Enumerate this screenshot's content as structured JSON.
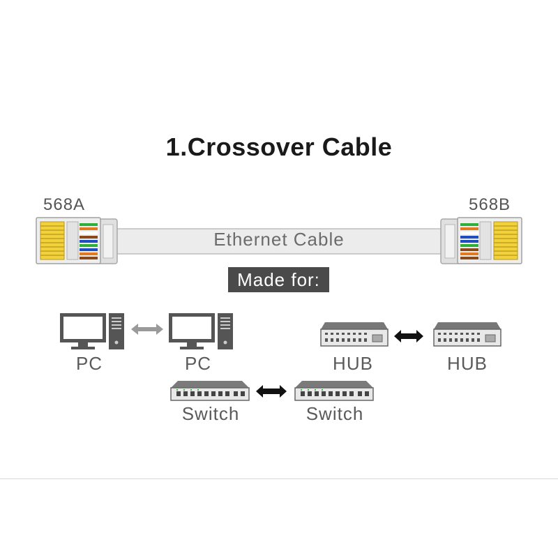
{
  "title": "1.Crossover Cable",
  "cable": {
    "left_standard": "568A",
    "right_standard": "568B",
    "label": "Ethernet Cable"
  },
  "made_for_label": "Made for:",
  "pairs": [
    {
      "left": "PC",
      "right": "PC"
    },
    {
      "left": "HUB",
      "right": "HUB"
    },
    {
      "left": "Switch",
      "right": "Switch"
    }
  ],
  "colors": {
    "cable_gray": "#e4e4e4",
    "gold_pins": "#f2d23a",
    "dark_text": "#1a1a1a",
    "badge_bg": "#4a4a4a",
    "wire_orange": "#e07a1f",
    "wire_green": "#2fae3a",
    "wire_blue": "#1f4fbf",
    "wire_brown": "#8b4a1c"
  }
}
